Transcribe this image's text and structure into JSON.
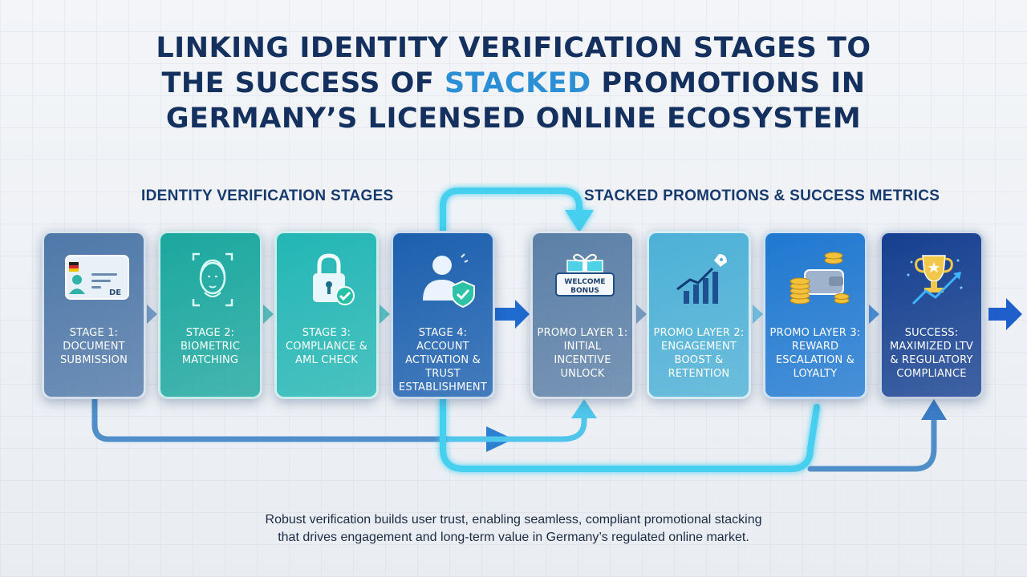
{
  "title": {
    "line1": "LINKING IDENTITY VERIFICATION STAGES TO",
    "line2_pre": "THE SUCCESS OF ",
    "line2_accent": "STACKED",
    "line2_post": " PROMOTIONS IN",
    "line3": "GERMANY’S LICENSED ONLINE ECOSYSTEM"
  },
  "sections": {
    "left": "IDENTITY VERIFICATION STAGES",
    "right": "STACKED PROMOTIONS & SUCCESS METRICS"
  },
  "stages": [
    {
      "label": "STAGE 1: DOCUMENT SUBMISSION",
      "icon": "id-card-icon",
      "badge": "DE",
      "color": "#4f78a8"
    },
    {
      "label": "STAGE 2: BIOMETRIC MATCHING",
      "icon": "face-scan-icon",
      "color": "#1aa79e"
    },
    {
      "label": "STAGE 3: COMPLIANCE & AML CHECK",
      "icon": "padlock-check-icon",
      "color": "#22b6b4"
    },
    {
      "label": "STAGE 4: ACCOUNT ACTIVATION & TRUST ESTABLISHMENT",
      "icon": "user-shield-icon",
      "color": "#1b5fae"
    }
  ],
  "promos": [
    {
      "label": "PROMO LAYER 1: INITIAL INCENTIVE UNLOCK",
      "icon": "gift-icon",
      "badge": "WELCOME BONUS",
      "color": "#5b7fa6"
    },
    {
      "label": "PROMO LAYER 2: ENGAGEMENT BOOST & RETENTION",
      "icon": "growth-chart-rocket-icon",
      "color": "#4cb0d6"
    },
    {
      "label": "PROMO LAYER 3: REWARD ESCALATION & LOYALTY",
      "icon": "wallet-coins-icon",
      "color": "#1f78d0"
    },
    {
      "label": "SUCCESS: MAXIMIZED LTV & REGULATORY COMPLIANCE",
      "icon": "trophy-icon",
      "color": "#153f8f"
    }
  ],
  "footer": {
    "line1": "Robust verification builds user trust, enabling seamless, compliant promotional stacking",
    "line2": "that drives engagement and long-term value in Germany’s regulated online market."
  }
}
